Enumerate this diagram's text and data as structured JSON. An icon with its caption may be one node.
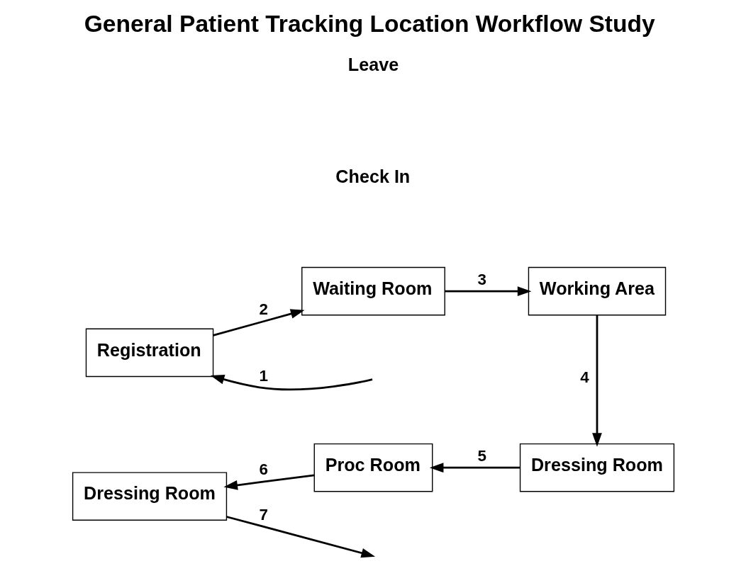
{
  "diagram": {
    "title": "General Patient Tracking Location Workflow Study",
    "nodes": [
      {
        "text": [
          "Registration"
        ]
      },
      {
        "text": [
          "Waiting Room"
        ]
      },
      {
        "text": [
          "Working Area"
        ]
      },
      {
        "text": [
          "Dressing Room"
        ]
      },
      {
        "text": [
          "Proc Room"
        ]
      },
      {
        "text": [
          "Dressing Room"
        ]
      }
    ],
    "edges": [
      {
        "from": null,
        "to": 0,
        "arrow": "to",
        "label": "1"
      },
      {
        "from": 0,
        "to": 1,
        "arrow": "to",
        "label": "2"
      },
      {
        "from": 1,
        "to": 2,
        "arrow": "to",
        "label": "3"
      },
      {
        "from": 2,
        "to": 3,
        "arrow": "to",
        "label": "4"
      },
      {
        "from": 3,
        "to": 4,
        "arrow": "to",
        "label": "5"
      },
      {
        "from": 4,
        "to": 5,
        "arrow": "to",
        "label": "6"
      },
      {
        "from": 5,
        "to": null,
        "arrow": "to",
        "label": "7"
      }
    ],
    "labels": [
      "Check In",
      "Leave"
    ]
  }
}
